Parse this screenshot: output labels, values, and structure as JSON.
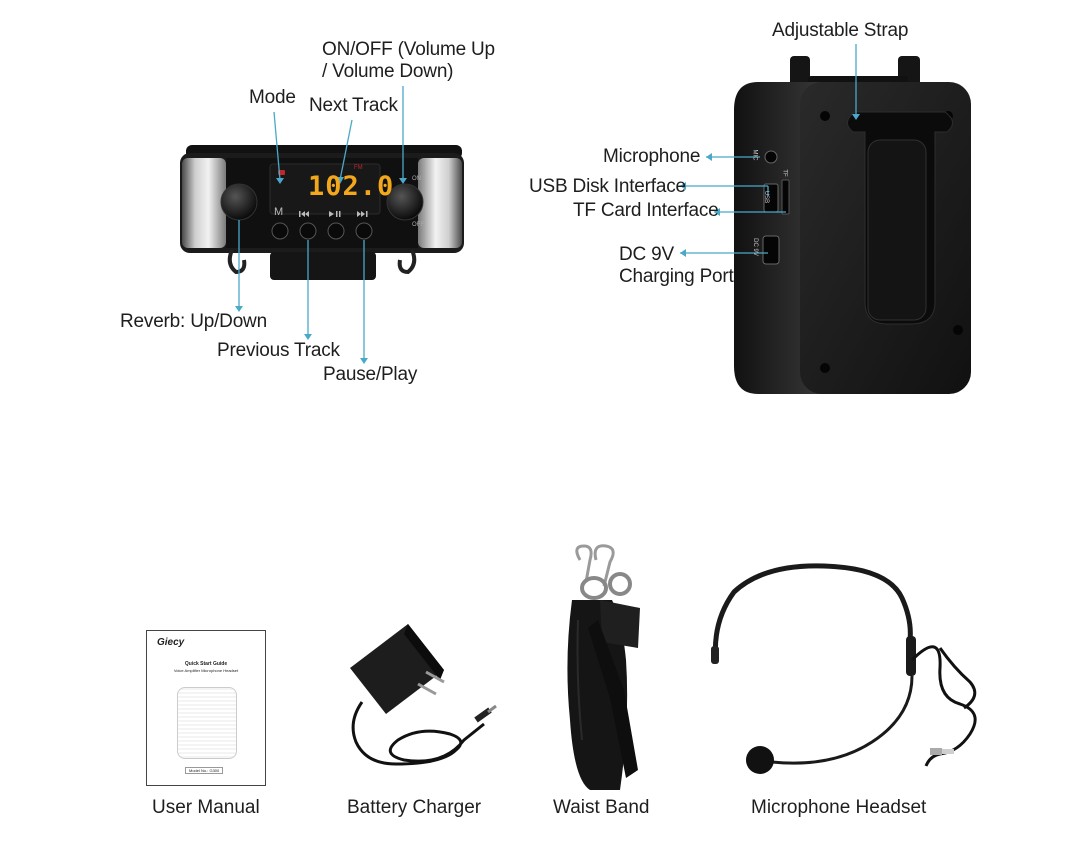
{
  "display": {
    "readout": "102.0",
    "fm_tag": "FM",
    "mode_key": "M"
  },
  "labels": {
    "on_off_line1": "ON/OFF (Volume Up",
    "on_off_line2": "/ Volume Down)",
    "mode": "Mode",
    "next_track": "Next Track",
    "reverb": "Reverb: Up/Down",
    "previous_track": "Previous Track",
    "pause_play": "Pause/Play",
    "adjustable_strap": "Adjustable Strap",
    "microphone": "Microphone",
    "usb_disk": "USB Disk Interface",
    "tf_card": "TF Card Interface",
    "dc_line1": "DC 9V",
    "dc_line2": "Charging Port"
  },
  "port_marks": {
    "mic": "MIC",
    "usb": "USB",
    "tf": "TF",
    "dc": "DC 9V",
    "on": "ON",
    "off": "OFF"
  },
  "manual": {
    "brand": "Giecy",
    "title": "Quick Start Guide",
    "subtitle": "Voice Amplifier Microphone Headset",
    "model": "Model No.: G300"
  },
  "captions": {
    "user_manual": "User Manual",
    "battery_charger": "Battery Charger",
    "waist_band": "Waist Band",
    "microphone_headset": "Microphone Headset"
  },
  "colors": {
    "leader": "#4aa8c8",
    "led": "#f2a81a",
    "body": "#1c1c1c"
  }
}
